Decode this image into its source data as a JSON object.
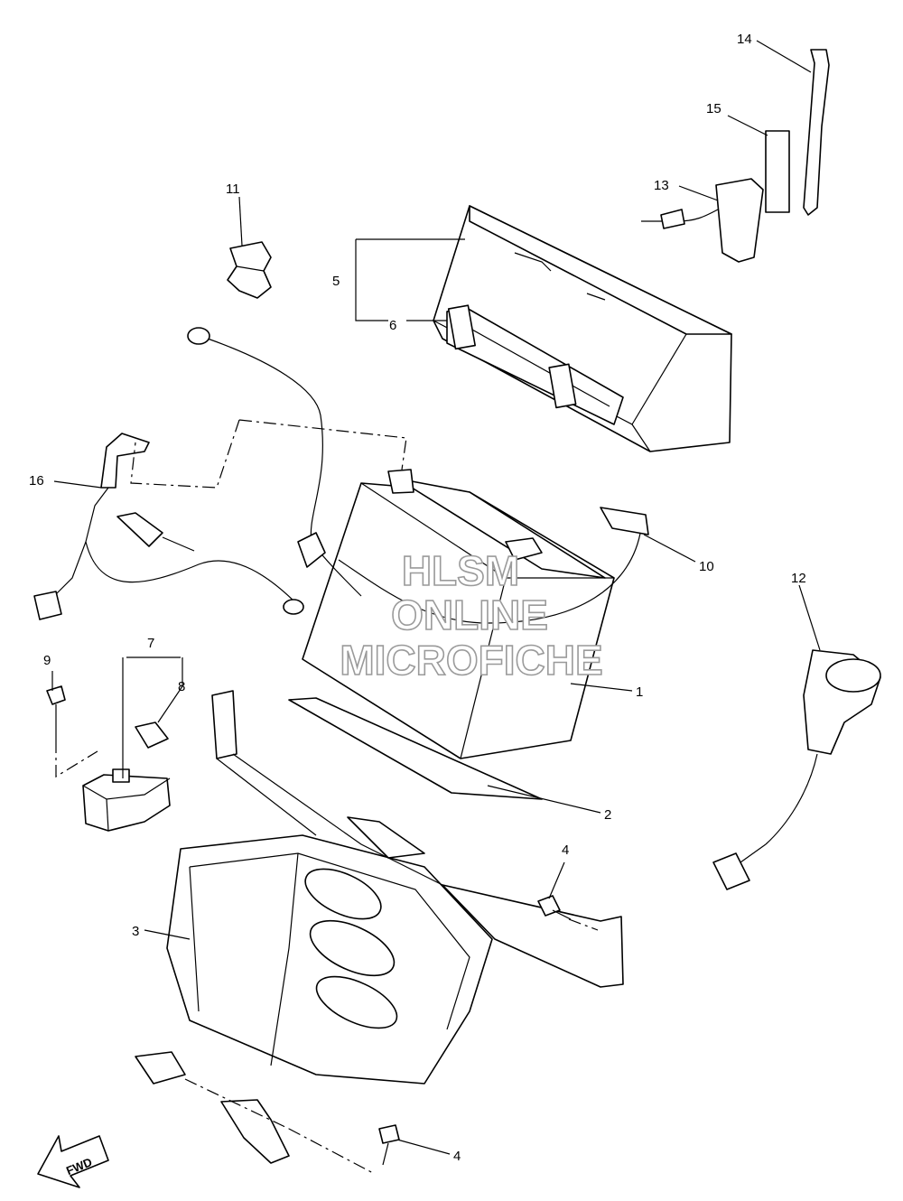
{
  "labels": {
    "l1": "1",
    "l2": "2",
    "l3": "3",
    "l4a": "4",
    "l4b": "4",
    "l5": "5",
    "l6": "6",
    "l7": "7",
    "l8": "8",
    "l9": "9",
    "l10": "10",
    "l11": "11",
    "l12": "12",
    "l13": "13",
    "l14": "14",
    "l15": "15",
    "l16": "16"
  },
  "watermark": {
    "line1": "HLSM",
    "line2": "ONLINE",
    "line3": "MICROFICHE"
  },
  "fwd": "FWD"
}
